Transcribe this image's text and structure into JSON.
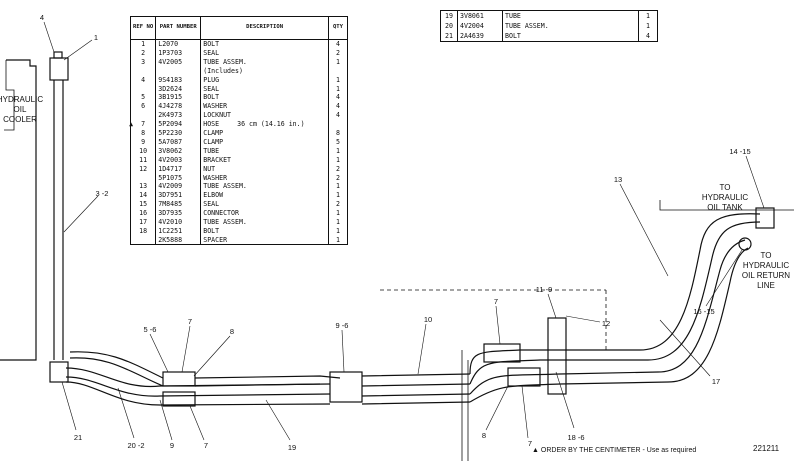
{
  "table1": {
    "headers": {
      "ref": "REF NO",
      "part": "PART NUMBER",
      "desc": "DESCRIPTION",
      "qty": "QTY"
    },
    "rows": [
      {
        "ref": "1",
        "part": "L2070",
        "desc": "BOLT",
        "qty": "4"
      },
      {
        "ref": "2",
        "part": "1P3703",
        "desc": "SEAL",
        "qty": "2"
      },
      {
        "ref": "3",
        "part": "4V2005",
        "desc": "TUBE ASSEM.",
        "qty": "1"
      },
      {
        "ref": "",
        "part": "",
        "desc": "(Includes)",
        "qty": ""
      },
      {
        "ref": "4",
        "part": "9S4183",
        "desc": "PLUG",
        "qty": "1"
      },
      {
        "ref": "",
        "part": "3D2624",
        "desc": "SEAL",
        "qty": "1"
      },
      {
        "ref": "5",
        "part": "3B1915",
        "desc": "BOLT",
        "qty": "4"
      },
      {
        "ref": "6",
        "part": "4J4278",
        "desc": "WASHER",
        "qty": "4"
      },
      {
        "ref": "",
        "part": "2K4973",
        "desc": "LOCKNUT",
        "qty": "4"
      },
      {
        "ref": "7",
        "part": "5P2094",
        "desc": "HOSE",
        "note": "36 cm (14.16 in.)",
        "qty": "",
        "mark": "▲"
      },
      {
        "ref": "8",
        "part": "5P2230",
        "desc": "CLAMP",
        "qty": "8"
      },
      {
        "ref": "9",
        "part": "5A7087",
        "desc": "CLAMP",
        "qty": "5"
      },
      {
        "ref": "10",
        "part": "3V8062",
        "desc": "TUBE",
        "qty": "1"
      },
      {
        "ref": "11",
        "part": "4V2003",
        "desc": "BRACKET",
        "qty": "1"
      },
      {
        "ref": "12",
        "part": "1D4717",
        "desc": "NUT",
        "qty": "2"
      },
      {
        "ref": "",
        "part": "5P1075",
        "desc": "WASHER",
        "qty": "2"
      },
      {
        "ref": "13",
        "part": "4V2009",
        "desc": "TUBE ASSEM.",
        "qty": "1"
      },
      {
        "ref": "14",
        "part": "3D7951",
        "desc": "ELBOW",
        "qty": "1"
      },
      {
        "ref": "15",
        "part": "7M8485",
        "desc": "SEAL",
        "qty": "2"
      },
      {
        "ref": "16",
        "part": "3D7935",
        "desc": "CONNECTOR",
        "qty": "1"
      },
      {
        "ref": "17",
        "part": "4V2010",
        "desc": "TUBE ASSEM.",
        "qty": "1"
      },
      {
        "ref": "18",
        "part": "1C2251",
        "desc": "BOLT",
        "qty": "1"
      },
      {
        "ref": "",
        "part": "2K5888",
        "desc": "SPACER",
        "qty": "1"
      }
    ]
  },
  "table2": {
    "rows": [
      {
        "ref": "19",
        "part": "3V8061",
        "desc": "TUBE",
        "qty": "1"
      },
      {
        "ref": "20",
        "part": "4V2004",
        "desc": "TUBE ASSEM.",
        "qty": "1"
      },
      {
        "ref": "21",
        "part": "2A4639",
        "desc": "BOLT",
        "qty": "4"
      }
    ]
  },
  "labels": {
    "oil_cooler": [
      "HYDRAULIC",
      "OIL",
      "COOLER"
    ],
    "oil_tank": [
      "TO",
      "HYDRAULIC",
      "OIL TANK"
    ],
    "return_line": [
      "TO",
      "HYDRAULIC",
      "OIL RETURN",
      "LINE"
    ]
  },
  "callouts": {
    "c1": "1",
    "c4": "4",
    "c3_2": "3 -2",
    "c5_6": "5 -6",
    "c7a": "7",
    "c8a": "8",
    "c9_6": "9 -6",
    "c10": "10",
    "c7b": "7",
    "c11_9": "11 -9",
    "c12": "12",
    "c13": "13",
    "c14_15": "14 -15",
    "c16_15": "16 -15",
    "c17": "17",
    "c21": "21",
    "c20_2": "20 -2",
    "c9b": "9",
    "c7c": "7",
    "c19": "19",
    "c8b": "8",
    "c7d": "7",
    "c18_6": "18 -6"
  },
  "footnote": {
    "mark": "▲",
    "text": "ORDER BY THE CENTIMETER - Use as required"
  },
  "plate_id": "221211"
}
